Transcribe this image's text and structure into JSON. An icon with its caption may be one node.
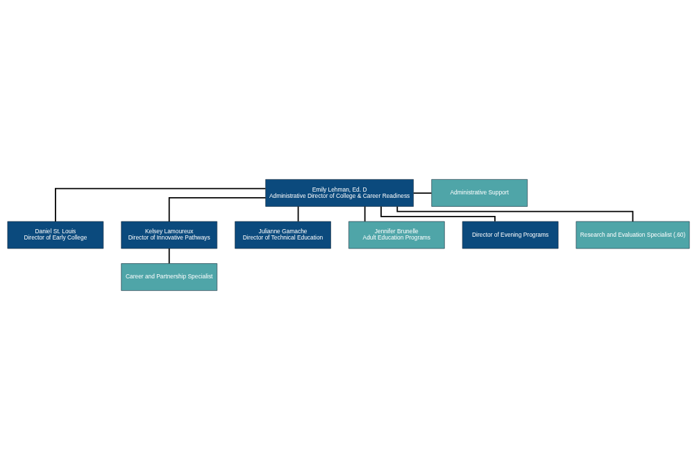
{
  "diagram": {
    "nodes": [
      {
        "text": [
          "Emily Lehman, Ed. D",
          "Administrative Director of College & Career Readiness"
        ]
      },
      {
        "text": [
          "Administrative Support"
        ]
      },
      {
        "text": [
          "Daniel St. Louis",
          "Director of Early College"
        ]
      },
      {
        "text": [
          "Kelsey Lamoureux",
          "Director of Innovative Pathways"
        ]
      },
      {
        "text": [
          "Julianne Gamache",
          "Director of Technical Education"
        ]
      },
      {
        "text": [
          "Career and Partnership Specialist"
        ]
      },
      {
        "text": [
          "Jennifer Brunelle",
          "Adult Education Programs"
        ]
      },
      {
        "text": [
          "Director of Evening Programs"
        ]
      },
      {
        "text": [
          "Research and Evaluation Specialist (.60)"
        ]
      }
    ],
    "edges": [
      {
        "from": 0,
        "to": 1,
        "arrow": "none"
      },
      {
        "from": 0,
        "to": 2,
        "arrow": "none"
      },
      {
        "from": 0,
        "to": 3,
        "arrow": "none"
      },
      {
        "from": 3,
        "to": 5,
        "arrow": "none"
      },
      {
        "from": 0,
        "to": 4,
        "arrow": "none"
      },
      {
        "from": 0,
        "to": 6,
        "arrow": "none"
      },
      {
        "from": 0,
        "to": 7,
        "arrow": "none"
      },
      {
        "from": 0,
        "to": 8,
        "arrow": "none"
      }
    ]
  }
}
